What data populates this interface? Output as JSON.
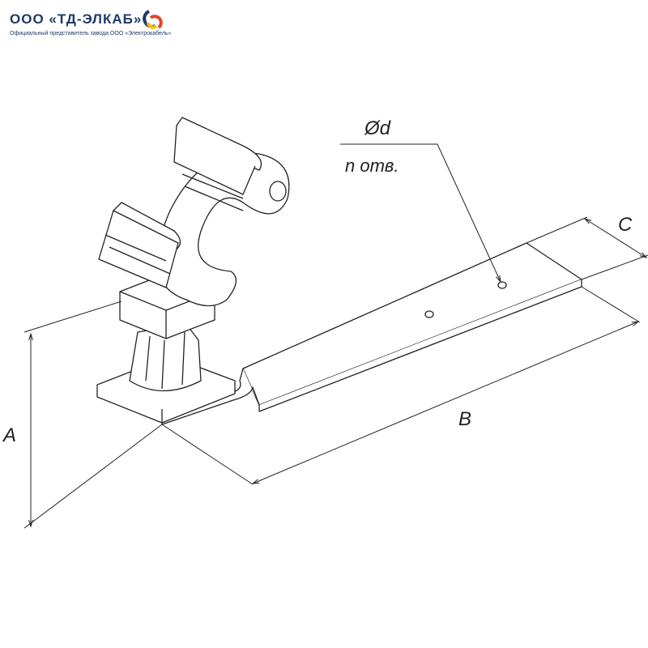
{
  "logo": {
    "title": "ООО «ТД-ЭЛКАБ»",
    "subtitle": "Официальный представитель завода ООО «Электрокабель»",
    "colors": {
      "blue": "#1f3a68",
      "yellow": "#f2c200",
      "red": "#e2452b"
    }
  },
  "drawing": {
    "dim_a": "A",
    "dim_b": "B",
    "dim_c": "C",
    "hole_diameter": "Ød",
    "hole_count": "n отв."
  }
}
